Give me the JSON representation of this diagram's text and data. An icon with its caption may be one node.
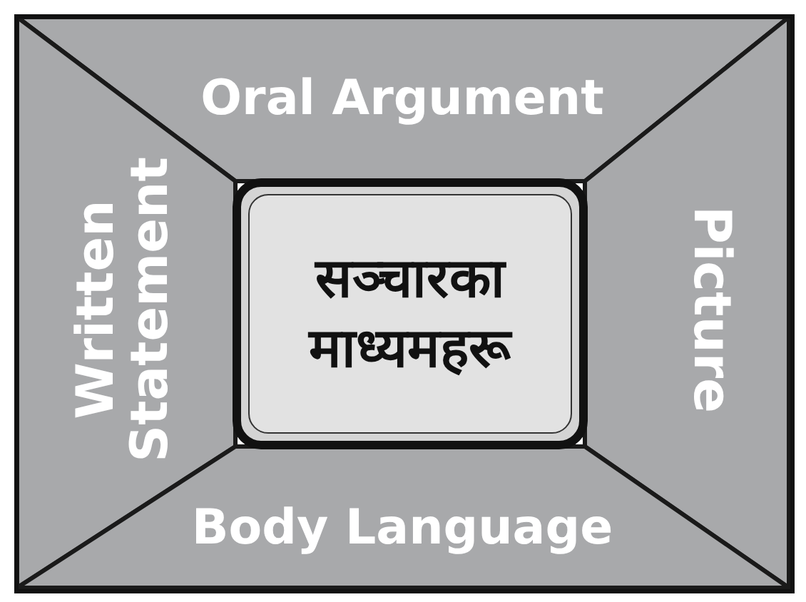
{
  "diagram": {
    "nodes": [
      {
        "text": [
          "Oral Argument"
        ]
      },
      {
        "text": [
          "Written Statement"
        ]
      },
      {
        "text": [
          "सञ्चारका माध्यमहरू"
        ]
      },
      {
        "text": [
          "Picture"
        ]
      },
      {
        "text": [
          "Body Language"
        ]
      }
    ]
  }
}
